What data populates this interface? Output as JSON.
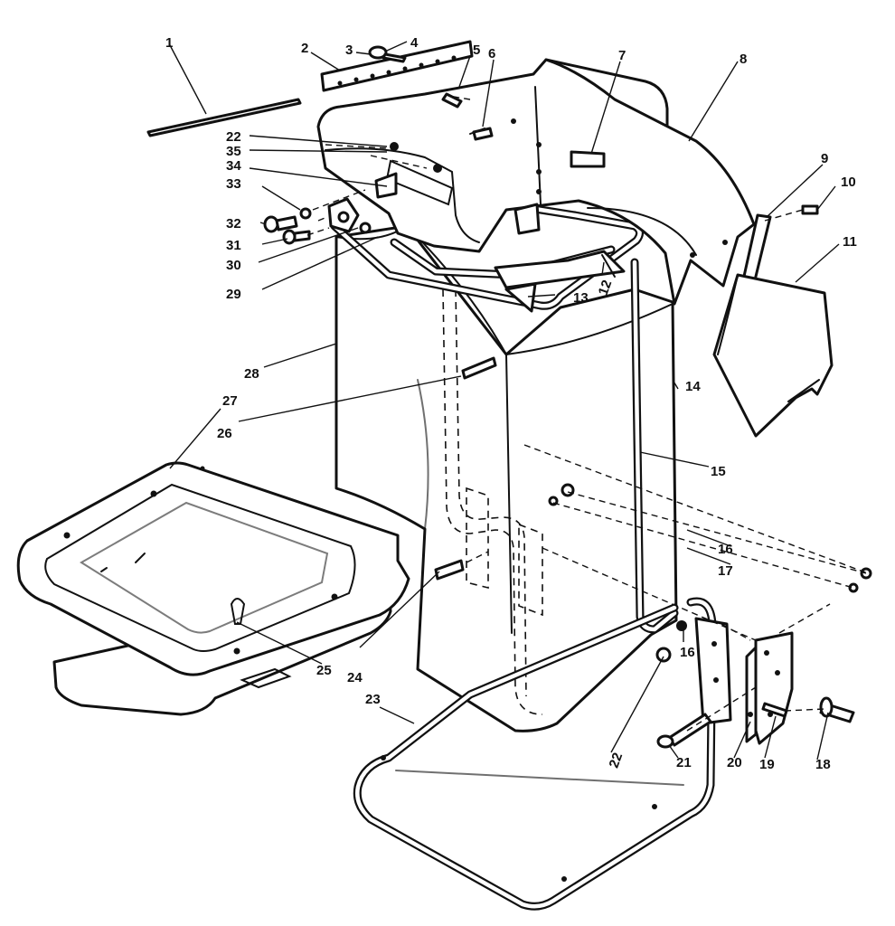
{
  "callouts": {
    "c1": "1",
    "c2": "2",
    "c3": "3",
    "c4": "4",
    "c5": "5",
    "c6": "6",
    "c7": "7",
    "c8": "8",
    "c9": "9",
    "c10": "10",
    "c11": "11",
    "c12": "12",
    "c13": "13",
    "c14": "14",
    "c15": "15",
    "c16a": "16",
    "c16b": "16",
    "c17": "17",
    "c18": "18",
    "c19": "19",
    "c20": "20",
    "c21": "21",
    "c22a": "22",
    "c22b": "22",
    "c23": "23",
    "c24": "24",
    "c25": "25",
    "c26": "26",
    "c27": "27",
    "c28": "28",
    "c29": "29",
    "c30": "30",
    "c31": "31",
    "c32": "32",
    "c33": "33",
    "c34": "34",
    "c35": "35"
  }
}
